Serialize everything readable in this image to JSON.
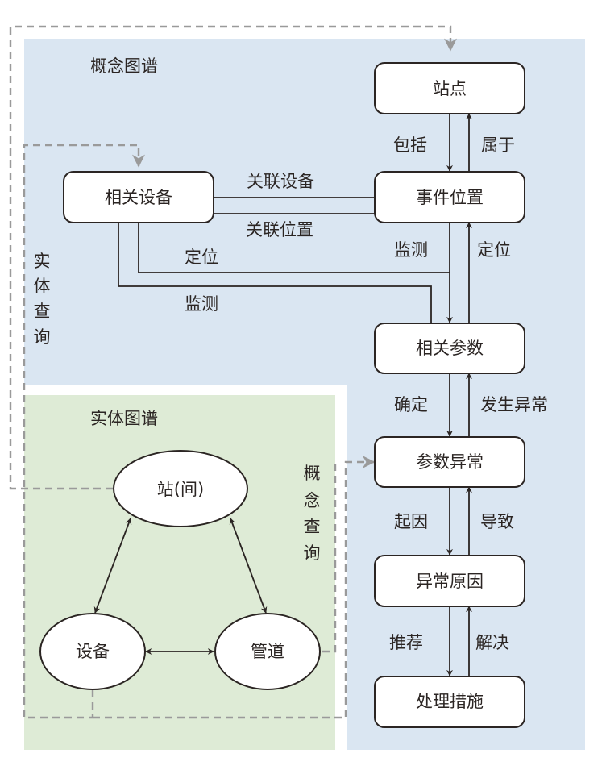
{
  "colors": {
    "concept_bg": "#dae6f2",
    "entity_bg": "#deebd6",
    "line": "#2b2523",
    "dashed": "#9a9a9a"
  },
  "regions": {
    "concept_graph_title": "概念图谱",
    "entity_graph_title": "实体图谱"
  },
  "concept_nodes": {
    "site": "站点",
    "event_location": "事件位置",
    "related_equipment": "相关设备",
    "related_parameters": "相关参数",
    "parameter_anomaly": "参数异常",
    "anomaly_cause": "异常原因",
    "treatment_measures": "处理措施"
  },
  "entity_nodes": {
    "station": "站(间)",
    "equipment": "设备",
    "pipeline": "管道"
  },
  "edge_labels": {
    "include": "包括",
    "belong_to": "属于",
    "associated_equipment": "关联设备",
    "associated_location": "关联位置",
    "locate_left": "定位",
    "monitor_left": "监测",
    "monitor_right": "监测",
    "locate_right": "定位",
    "determine": "确定",
    "anomaly_occurs": "发生异常",
    "cause": "起因",
    "lead_to": "导致",
    "recommend": "推荐",
    "resolve": "解决"
  },
  "query_labels": {
    "entity_query": [
      "实",
      "体",
      "查",
      "询"
    ],
    "concept_query": [
      "概",
      "念",
      "查",
      "询"
    ]
  }
}
